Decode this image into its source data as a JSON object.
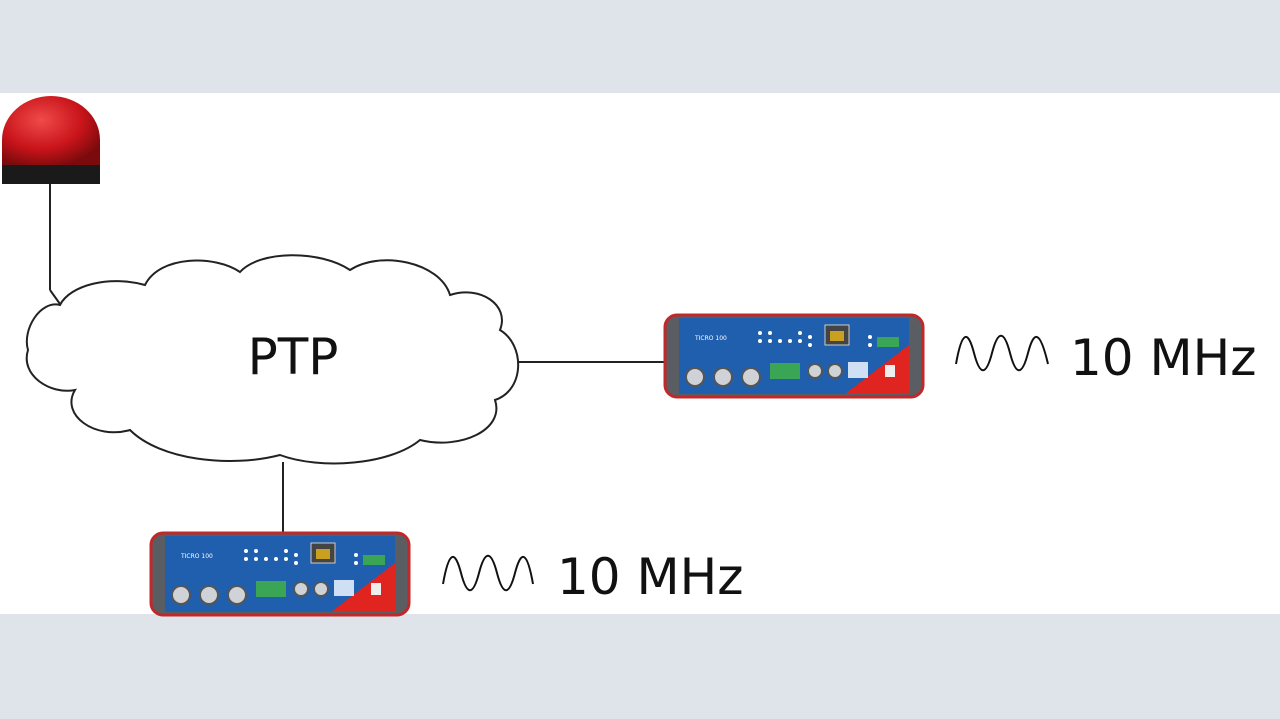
{
  "cloud": {
    "label": "PTP"
  },
  "devices": [
    {
      "model": "TICRO 100",
      "output": "10 MHz"
    },
    {
      "model": "TICRO 100",
      "output": "10 MHz"
    }
  ],
  "colors": {
    "antenna": "#d11a1a",
    "device_body": "#2060b0",
    "device_frame": "#c0282a",
    "background": "#dfe3ea"
  }
}
